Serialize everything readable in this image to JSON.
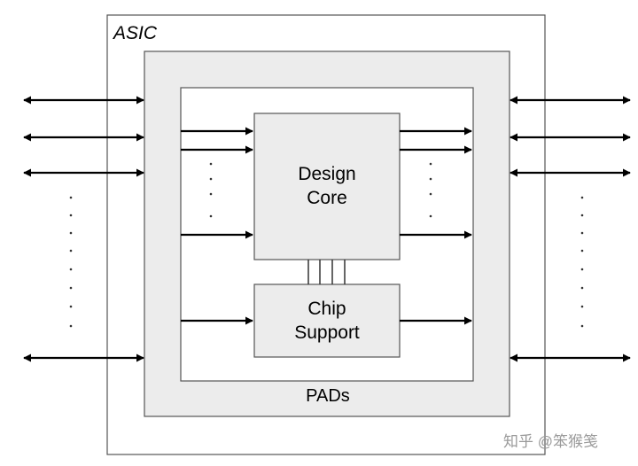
{
  "labels": {
    "asic": "ASIC",
    "pads": "PADs",
    "design_core_line1": "Design",
    "design_core_line2": "Core",
    "chip_support_line1": "Chip",
    "chip_support_line2": "Support"
  },
  "watermark": "知乎 @笨猴笺"
}
